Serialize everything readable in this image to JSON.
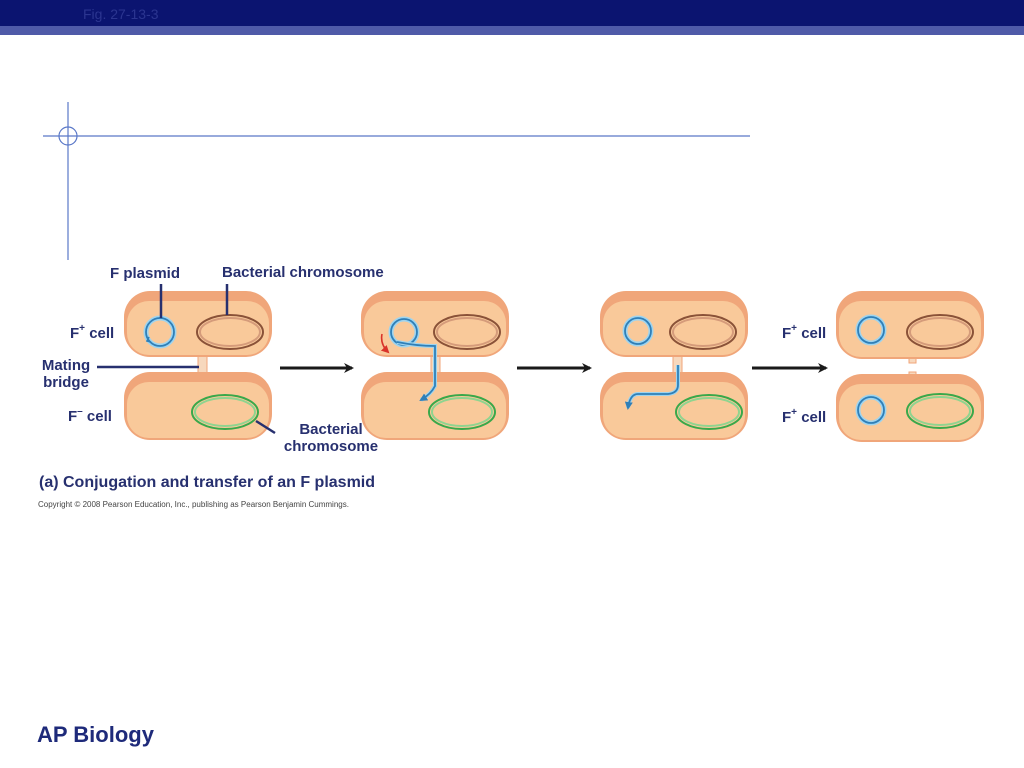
{
  "slide": {
    "title": "Fig. 27-13-3",
    "footer": "AP Biology"
  },
  "labels": {
    "f_plasmid": "F plasmid",
    "bacterial_chromosome_top": "Bacterial chromosome",
    "f_plus_cell_left": "cell",
    "mating_bridge_line1": "Mating",
    "mating_bridge_line2": "bridge",
    "f_minus_cell": "cell",
    "bacterial_chromosome_bottom_line1": "Bacterial",
    "bacterial_chromosome_bottom_line2": "chromosome",
    "f_plus_cell_right_top": "cell",
    "f_plus_cell_right_bottom": "cell",
    "f_letter": "F",
    "plus_sign": "+",
    "minus_sign": "–"
  },
  "caption": "(a) Conjugation and transfer of an F plasmid",
  "copyright": "Copyright © 2008 Pearson Education, Inc., publishing as Pearson Benjamin Cummings.",
  "colors": {
    "header_bg": "#0b1470",
    "header_stripe": "#4f5aa8",
    "label_text": "#27306f",
    "cell_fill": "#f9c99a",
    "cell_outer": "#f0a67a",
    "plasmid": "#2f7fb8",
    "bacterial_chromosome": "#8a5238",
    "recipient_chromosome": "#39a84a",
    "arrow": "#1a1a1a"
  }
}
